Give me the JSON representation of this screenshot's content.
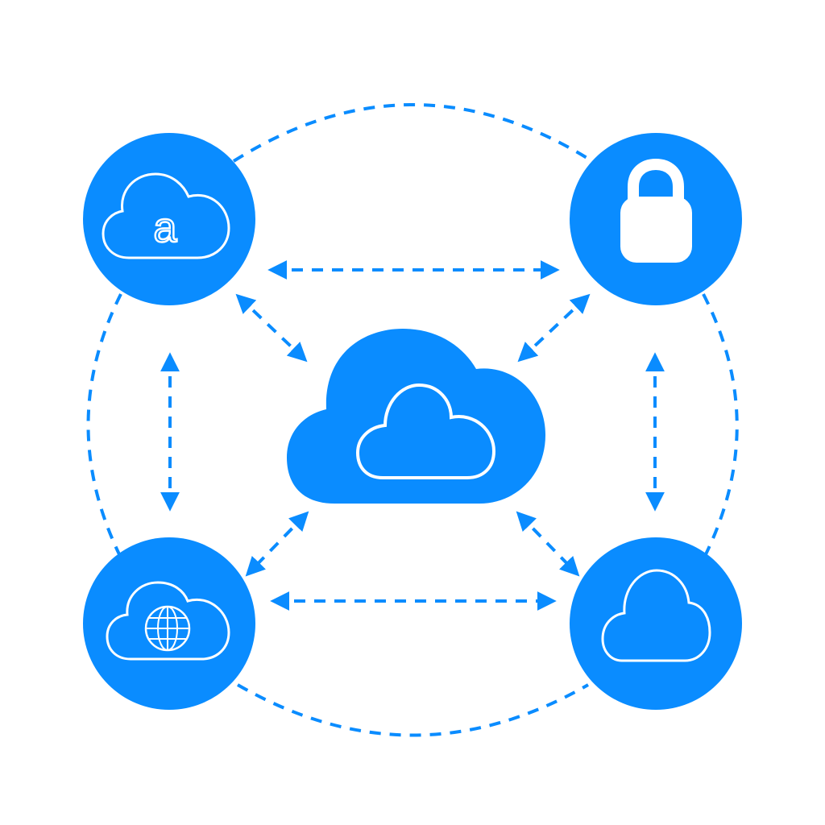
{
  "colors": {
    "accent": "#0A8CFF",
    "background": "#FFFFFF",
    "icon_stroke": "#FFFFFF"
  },
  "nodes": {
    "center": {
      "icon": "cloud-icon"
    },
    "top_left": {
      "icon": "cloud-with-letter-a-icon",
      "glyph": "a"
    },
    "top_right": {
      "icon": "padlock-icon"
    },
    "bottom_left": {
      "icon": "cloud-with-globe-icon"
    },
    "bottom_right": {
      "icon": "cloud-outline-icon"
    }
  },
  "connections": [
    {
      "from": "top_left",
      "to": "top_right",
      "style": "dashed",
      "arrows": "both"
    },
    {
      "from": "bottom_left",
      "to": "bottom_right",
      "style": "dashed",
      "arrows": "both"
    },
    {
      "from": "top_left",
      "to": "bottom_left",
      "style": "dashed",
      "arrows": "both"
    },
    {
      "from": "top_right",
      "to": "bottom_right",
      "style": "dashed",
      "arrows": "both"
    },
    {
      "from": "top_left",
      "to": "center",
      "style": "dashed",
      "arrows": "both"
    },
    {
      "from": "top_right",
      "to": "center",
      "style": "dashed",
      "arrows": "both"
    },
    {
      "from": "bottom_left",
      "to": "center",
      "style": "dashed",
      "arrows": "both"
    },
    {
      "from": "bottom_right",
      "to": "center",
      "style": "dashed",
      "arrows": "both"
    }
  ],
  "outer_ring": {
    "style": "dashed"
  }
}
